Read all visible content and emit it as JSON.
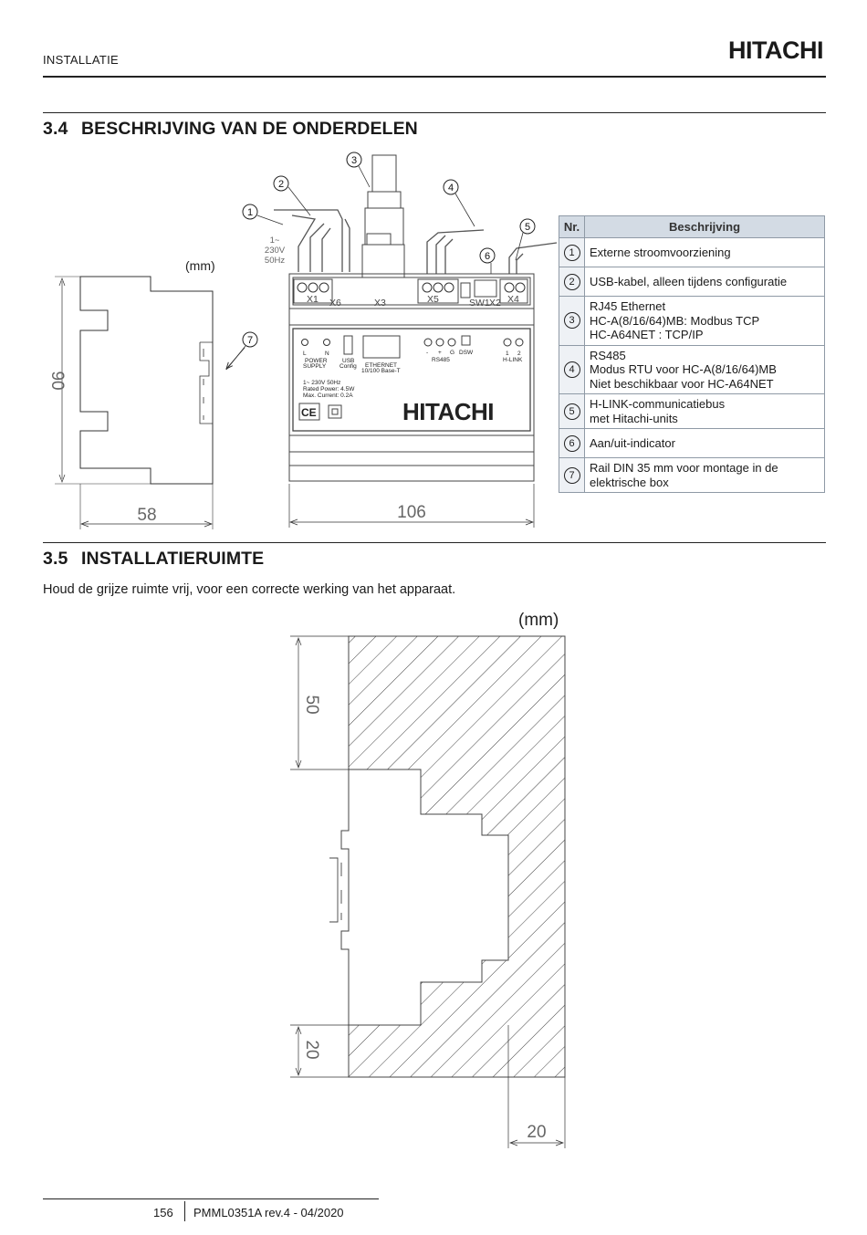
{
  "header": {
    "section_label": "INSTALLATIE",
    "brand": "HITACHI"
  },
  "section_34": {
    "number": "3.4",
    "title": "BESCHRIJVING VAN DE ONDERDELEN",
    "figure": {
      "unit_label": "(mm)",
      "dim_height": "90",
      "dim_depth": "58",
      "dim_width": "106",
      "callouts": [
        "1",
        "2",
        "3",
        "4",
        "5",
        "6",
        "7"
      ],
      "power_label": [
        "1~",
        "230V",
        "50Hz"
      ],
      "terminal_labels": [
        "X1",
        "X6",
        "X3",
        "X5",
        "SW1",
        "X2",
        "X4"
      ],
      "panel": {
        "power_supply": [
          "L",
          "N",
          "POWER",
          "SUPPLY"
        ],
        "usb": [
          "USB",
          "Config"
        ],
        "ethernet": [
          "ETHERNET",
          "10/100 Base-T"
        ],
        "rs485": [
          "-",
          "+",
          "G",
          "RS485"
        ],
        "dsw": "DSW",
        "hlink": [
          "1",
          "2",
          "H-LINK"
        ],
        "ratings": [
          "1~ 230V 50Hz",
          "Rated Power: 4.5W",
          "Max. Current: 0.2A"
        ],
        "ce_mark": "CE",
        "brand": "HITACHI"
      }
    },
    "table": {
      "col_nr": "Nr.",
      "col_desc": "Beschrijving",
      "rows": [
        {
          "nr": "1",
          "lines": [
            "Externe stroomvoorziening"
          ]
        },
        {
          "nr": "2",
          "lines": [
            "USB-kabel, alleen tijdens configuratie"
          ]
        },
        {
          "nr": "3",
          "lines": [
            "RJ45 Ethernet",
            "HC-A(8/16/64)MB: Modbus TCP",
            "HC-A64NET : TCP/IP"
          ]
        },
        {
          "nr": "4",
          "lines": [
            "RS485",
            "Modus RTU voor HC-A(8/16/64)MB",
            "Niet beschikbaar voor HC-A64NET"
          ]
        },
        {
          "nr": "5",
          "lines": [
            "H-LINK-communicatiebus",
            "met Hitachi-units"
          ]
        },
        {
          "nr": "6",
          "lines": [
            "Aan/uit-indicator"
          ]
        },
        {
          "nr": "7",
          "lines": [
            "Rail DIN 35 mm voor montage in de",
            "elektrische box"
          ]
        }
      ]
    }
  },
  "section_35": {
    "number": "3.5",
    "title": "INSTALLATIERUIMTE",
    "text": "Houd de grijze ruimte vrij, voor een correcte werking van het apparaat.",
    "figure": {
      "unit_label": "(mm)",
      "dim_top": "50",
      "dim_bottom": "20",
      "dim_side": "20"
    }
  },
  "footer": {
    "page": "156",
    "doc_ref": "PMML0351A rev.4 - 04/2020"
  }
}
